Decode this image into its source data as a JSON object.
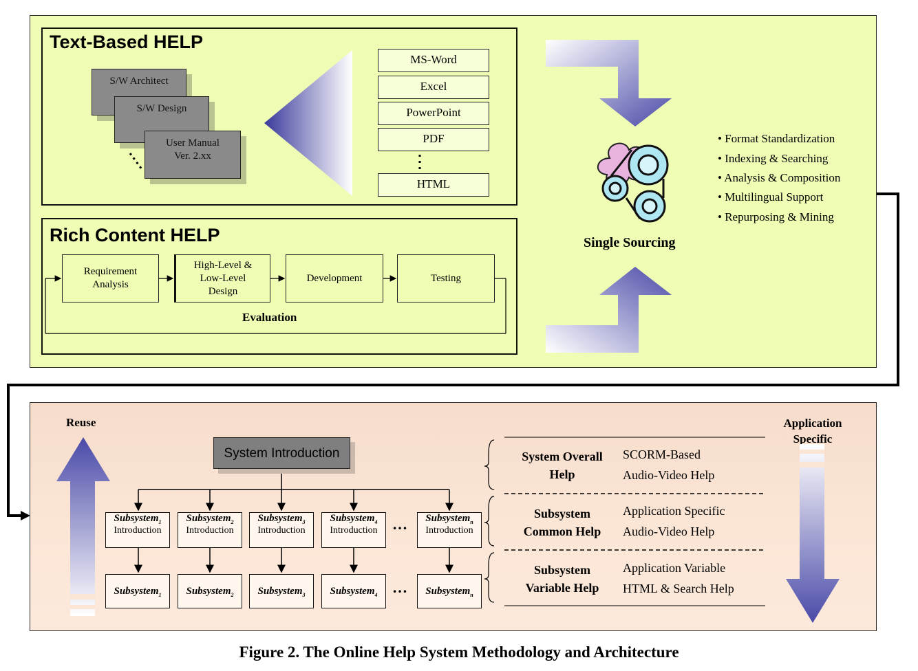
{
  "text_help": {
    "title": "Text-Based HELP",
    "docs": [
      "S/W Architect",
      "S/W Design",
      "User Manual",
      "Ver. 2.xx"
    ],
    "formats": [
      "MS-Word",
      "Excel",
      "PowerPoint",
      "PDF",
      "HTML"
    ]
  },
  "rich_help": {
    "title": "Rich Content HELP",
    "steps": [
      "Requirement",
      "Analysis",
      "High-Level &",
      "Low-Level",
      "Design",
      "Development",
      "Testing"
    ],
    "loop_label": "Evaluation"
  },
  "single_sourcing": {
    "label": "Single Sourcing",
    "features": [
      "Format Standardization",
      "Indexing & Searching",
      "Analysis & Composition",
      "Multilingual Support",
      "Repurposing & Mining"
    ]
  },
  "architecture": {
    "reuse_label": "Reuse",
    "app_specific_label_1": "Application",
    "app_specific_label_2": "Specific",
    "system_intro": "System Introduction",
    "subsystem_word": "Subsystem",
    "subscripts": [
      "1",
      "2",
      "3",
      "4",
      "n"
    ],
    "introduction_word": "Introduction",
    "ellipsis": "…",
    "help_levels": [
      {
        "name1": "System Overall",
        "name2": "Help",
        "desc1": "SCORM-Based",
        "desc2": "Audio-Video Help"
      },
      {
        "name1": "Subsystem",
        "name2": "Common Help",
        "desc1": "Application Specific",
        "desc2": "Audio-Video Help"
      },
      {
        "name1": "Subsystem",
        "name2": "Variable Help",
        "desc1": "Application Variable",
        "desc2": "HTML & Search Help"
      }
    ]
  },
  "caption": "Figure 2. The Online Help System Methodology and Architecture"
}
